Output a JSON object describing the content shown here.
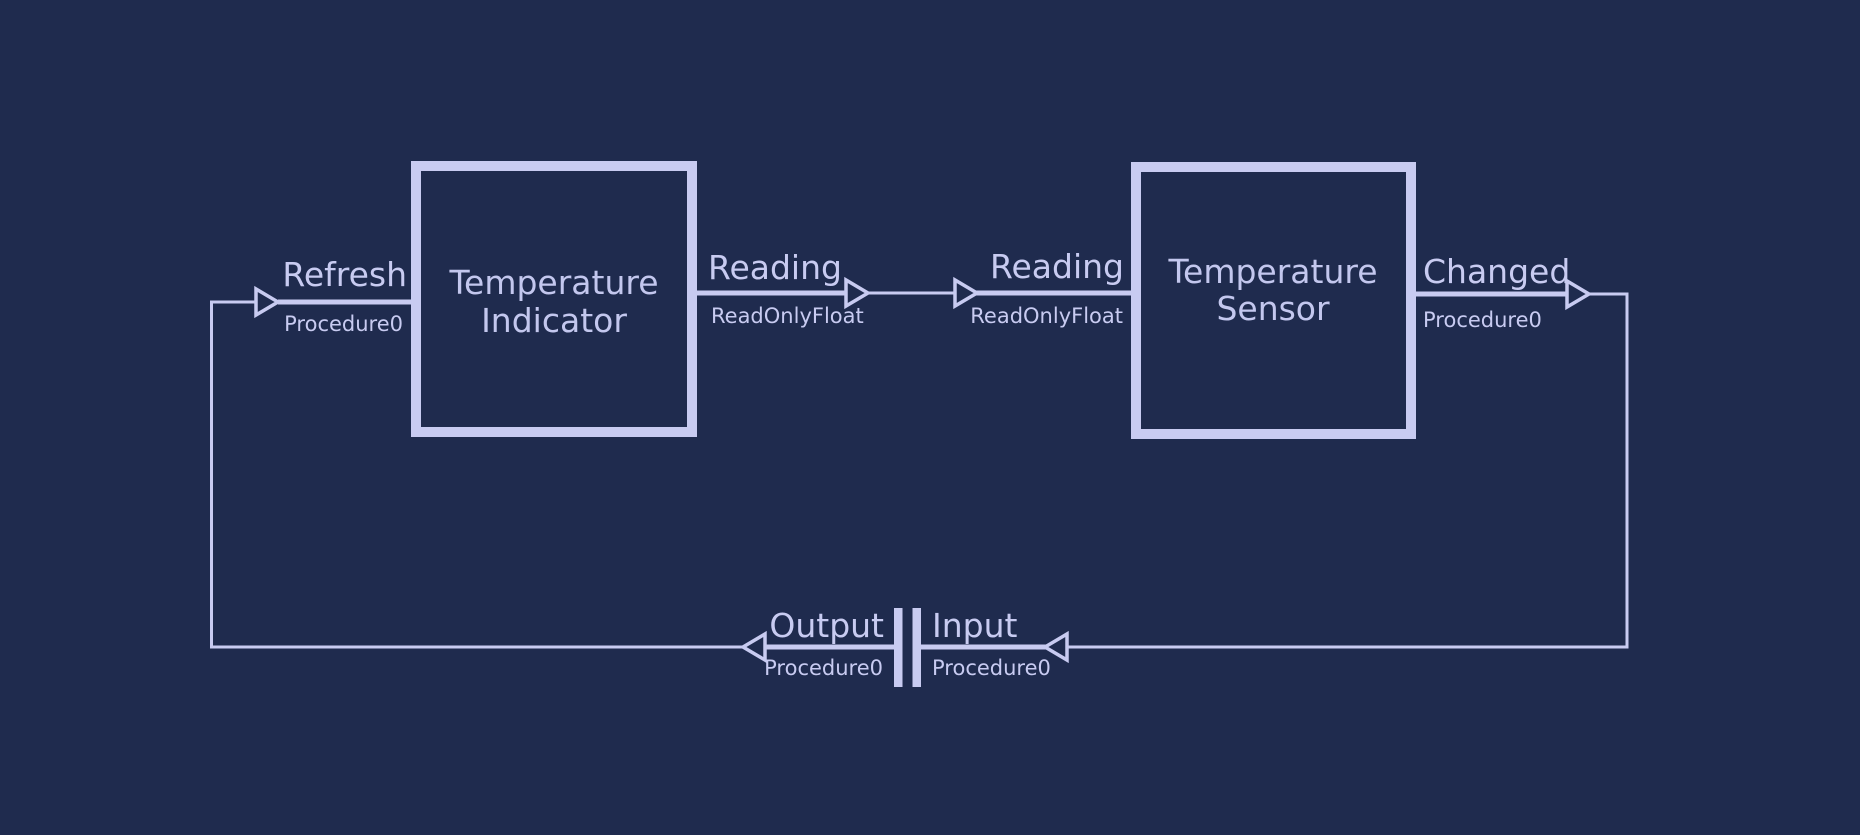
{
  "diagram": {
    "colors": {
      "background": "#1f2b4e",
      "accent": "#c8cbf1",
      "title": "#c3c7ee"
    },
    "components": {
      "indicator": {
        "title": [
          "Temperature",
          "Indicator"
        ]
      },
      "sensor": {
        "title": [
          "Temperature",
          "Sensor"
        ]
      }
    },
    "ports": {
      "refresh": {
        "name": "Refresh",
        "type": "Procedure0"
      },
      "reading_out": {
        "name": "Reading",
        "type": "ReadOnlyFloat"
      },
      "reading_in": {
        "name": "Reading",
        "type": "ReadOnlyFloat"
      },
      "changed": {
        "name": "Changed",
        "type": "Procedure0"
      },
      "output": {
        "name": "Output",
        "type": "Procedure0"
      },
      "input": {
        "name": "Input",
        "type": "Procedure0"
      }
    }
  }
}
